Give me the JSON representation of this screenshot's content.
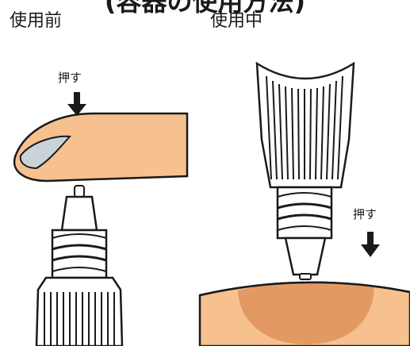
{
  "title": "(容器の使用方法)",
  "before": {
    "label": "使用前",
    "push_label": "押す"
  },
  "during": {
    "label": "使用中",
    "push_label": "押す"
  },
  "colors": {
    "skin": "#f7c08f",
    "skin_shadow": "#e39a62",
    "nail": "#c9d4d8",
    "outline": "#1a1a1a",
    "background": "#ffffff"
  }
}
